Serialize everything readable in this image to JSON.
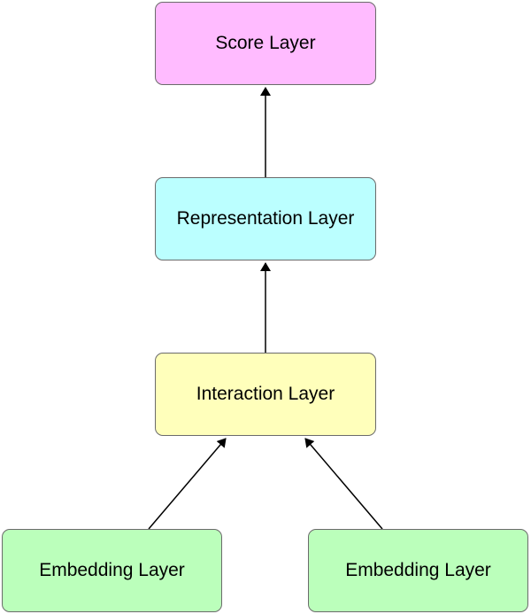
{
  "diagram": {
    "nodes": {
      "score": {
        "label": "Score Layer",
        "color": "#FFBBFF"
      },
      "representation": {
        "label": "Representation Layer",
        "color": "#BBFFFF"
      },
      "interaction": {
        "label": "Interaction Layer",
        "color": "#FFFFBB"
      },
      "embedding_left": {
        "label": "Embedding Layer",
        "color": "#BBFFBB"
      },
      "embedding_right": {
        "label": "Embedding Layer",
        "color": "#BBFFBB"
      }
    },
    "edges": [
      {
        "from": "embedding_left",
        "to": "interaction"
      },
      {
        "from": "embedding_right",
        "to": "interaction"
      },
      {
        "from": "interaction",
        "to": "representation"
      },
      {
        "from": "representation",
        "to": "score"
      }
    ]
  }
}
